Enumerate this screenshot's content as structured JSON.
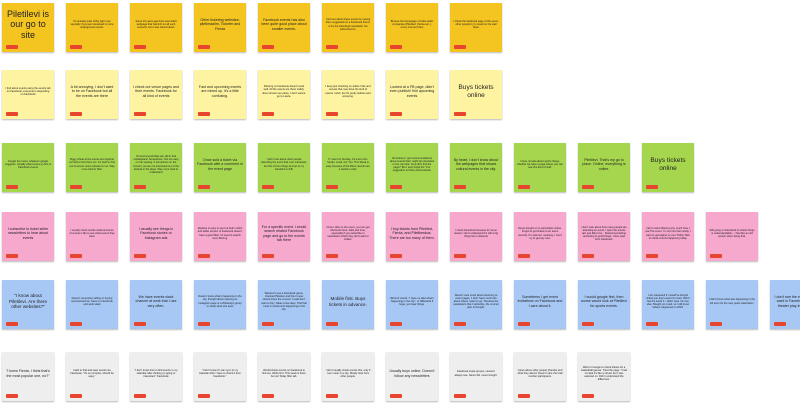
{
  "board": {
    "tag_color": "#e8452e",
    "rows": [
      {
        "color": "#f4c521",
        "notes": [
          {
            "text": "Piletilevi is our go to site",
            "size": "xl"
          },
          {
            "text": "It's actually quite shitty right now, specially if you are interested in more underground events.",
            "size": "xs"
          },
          {
            "text": "Some 10 years ago there was tickitt webpage that had info on all such concerts, but it was closed down.",
            "size": "xs"
          },
          {
            "text": "Other ticketing websites: piletimaailm, Ticketer and Fienta",
            "size": "s"
          },
          {
            "text": "Facebook events has also been quite good place about smaller events.",
            "size": "s"
          },
          {
            "text": "I find out about these events by seeing them suggested on a Facebook friend, or by the Facebook newsletter I've subscribed to.",
            "size": "xs"
          },
          {
            "text": "Browse the homepage of ticket seller companies (Piletilevi, Fienta etc..), every now and then",
            "size": "xs"
          },
          {
            "text": "I check the facebook page of the event, other people try to resell on the wall there",
            "size": "xs"
          }
        ]
      },
      {
        "color": "#fdf3a1",
        "notes": [
          {
            "text": "I find about events using the events tab on Facebook, everyone is depending on Facebook",
            "size": "xs"
          },
          {
            "text": "A bit annoying, I don't want to be on Facebook but all the events are there",
            "size": "s"
          },
          {
            "text": "I check out venue pages and their events. Facebook for all kind of events",
            "size": "s"
          },
          {
            "text": "Fast and upcoming events are mixed up, it's a little confusing.",
            "size": "s"
          },
          {
            "text": "Filtering on Facebook doesn't work well. All the events are there visibly. Even shows me Latvia, I don't wanna go to Latvia.",
            "size": "xs"
          },
          {
            "text": "I keep just checking on artists I like and venues that may have the kind of events I wish, but it's pretty tedious and annoying.",
            "size": "xs"
          },
          {
            "text": "Looked at a FB page, didn't even publish! find upcoming events",
            "size": "s"
          },
          {
            "text": "Buys tickets online",
            "size": "l"
          }
        ]
      },
      {
        "color": "#a6d64e",
        "notes": [
          {
            "text": "Google the event, whatever google suggests. Usually what comes up first is Facebook events",
            "size": "xs"
          },
          {
            "text": "Piggy wheel at the events are together so hard to find them too. It's hard to find out of events more relevant to me. Way more hard to filter.",
            "size": "xs"
          },
          {
            "text": "I'd recommend kilias are still in that marketplace! Somewhere. Not too easy on the viewing. If sometimes on the concert, we are not interested out of the festival or the plays. Way more hard to understand",
            "size": "xs"
          },
          {
            "text": "Once sold a ticket via Facebook with a comment in the event page",
            "size": "s"
          },
          {
            "text": "I don't now about other people attending the event that I am interested, but this is from things and up to my standard on FB.",
            "size": "xs"
          },
          {
            "text": "If I went on Sunday, It's a lot more harder. Local. For You. This Week is easy because of the filters. Events are a random order.",
            "size": "xs"
          },
          {
            "text": "Sometimes I get recommendations about events that I might be interested in but I am like: 'How did I find the page?' But I ever forget the 'You' suggestion in Party and Festivals.",
            "size": "xs"
          },
          {
            "text": "By heart, I don't know about the webpages that shows cultural events in the city.",
            "size": "s"
          },
          {
            "text": "I have no idea about sports things, whether we have a page where you can see this kind of stuff.",
            "size": "xs"
          },
          {
            "text": "Piletilevi. That's my go to place. Online, everything is online.",
            "size": "s"
          },
          {
            "text": "Buys tickets online",
            "size": "l"
          }
        ]
      },
      {
        "color": "#f7a8cd",
        "notes": [
          {
            "text": "I subscribe to ticket seller newsletters to hear about events",
            "size": "s"
          },
          {
            "text": "I usually check social media accounts of venues I like to see what events they have",
            "size": "xs"
          },
          {
            "text": "I usually see things in Facebook stories or Instagram ads",
            "size": "s"
          },
          {
            "text": "Desktop is easy to see but both mobile and tablet version of Facebook doesn't have a good filter, I'd need to search more filtering.",
            "size": "xs"
          },
          {
            "text": "For a specific event, I would search related Facebook page and go to the events tab there",
            "size": "s"
          },
          {
            "text": "Once I click on the event, you can get discounts here. Date and time, especially if you subscribe to newsletters which they don't want to collect.",
            "size": "xs"
          },
          {
            "text": "I buy tickets from Piletilevi, Fienta, and Piletikeskus. There are too many of them.",
            "size": "s"
          },
          {
            "text": "I check Facebook because for some reason I don't understand it's still a big thing here in Estonia",
            "size": "xs"
          },
          {
            "text": "Never bought or re-sold tickets online. Forgot to get tickets to an event recently. If it sold out, meaning, I won't try to get any now.",
            "size": "xs"
          },
          {
            "text": "I don't care about how many people are attending an event. I open the events tab, just filter it by... Started something according to good things. I lose read from Facebook.",
            "size": "xs"
          },
          {
            "text": "I don't notice filtering very much here. I use The event. I'm not into that mostly, I want to get tagline to your 'Today' filter to check events happening today.",
            "size": "xs"
          },
          {
            "text": "Still going on Facebook to check things is understandable... I feel like an old person when doing that.",
            "size": "xs"
          }
        ]
      },
      {
        "color": "#a7c8f5",
        "notes": [
          {
            "text": "\"I know about Piletilevi. Are there other websites?\"",
            "size": "m"
          },
          {
            "text": "Doesn't remember selling or buying second-hand tix. Sees on Facebook and work slack",
            "size": "xs"
          },
          {
            "text": "We have events slack channel at work that I use very often.",
            "size": "s"
          },
          {
            "text": "Doesn't know what's happening in the city, thought about opening an Instagram page or a WhatsApp group to share what she sees",
            "size": "xs"
          },
          {
            "text": "Wanted to see a Facebook game, checked Piletilevi and then it was closed since the concert. It said don't want to buy. Takes a few days. Told that I was in excitement happening to the city.",
            "size": "xs"
          },
          {
            "text": "Mobile first. Buys tickets in advance.",
            "size": "m"
          },
          {
            "text": "Word of mouth, \"I have no idea what's happening in the city\", or billboards if huge, you hear things.",
            "size": "xs"
          },
          {
            "text": "Doesn't care much about returning to event pages, 'I don't have much info about where I want to go'. Reviews the newsletters that I subscribe, the concert plan is thought.",
            "size": "xs"
          },
          {
            "text": "Sometimes I get event invitations on Facebook and I care about it.",
            "size": "s"
          },
          {
            "text": "I would google first, then worse would look at Piletilevi for sports events.",
            "size": "s"
          },
          {
            "text": "I am interested if I would've bought tickets per day's event for town. Didn't feel it's worth it. I didn't care. No one else. Bought no mood, so I still know today's happened on 2020.",
            "size": "xs"
          },
          {
            "text": "I didn't know what was happening in the old town for the new years celebration.",
            "size": "xs"
          },
          {
            "text": "I don't see the events that I want in Facebook, like a theater play in English.",
            "size": "s"
          }
        ]
      },
      {
        "color": "#eeeeee",
        "notes": [
          {
            "text": "\"I knew Fienta, I think that's the most popular one, no?\"",
            "size": "s"
          },
          {
            "text": "Hard to find and save events via Facebook. \"It's so complex, should be easy.\"",
            "size": "xs"
          },
          {
            "text": "\"I don't know how to find events in my calendar after clicking on going or interested.\" Facebook",
            "size": "xs"
          },
          {
            "text": "\"I don't know if I can sync to my calendar after I have to check it from Facebook.\"",
            "size": "xs"
          },
          {
            "text": "Would check events on Facebook to find out. Webs first. This week is there but not Today filter tab.",
            "size": "xs"
          },
          {
            "text": "I don't usually check events this, only if I am mean in a city. Mostly hear from other people.",
            "size": "xs"
          },
          {
            "text": "Usually buys online. Doesn't follow any newsletters",
            "size": "s"
          },
          {
            "text": "Facebook expat groups, newest I always see. Never did, never bought.",
            "size": "xs"
          },
          {
            "text": "Cares about other people (friends) and what they attend. Doesn't care the total number participants.",
            "size": "xs"
          },
          {
            "text": "Went to Google to check tickets for a basketball games. Tried the page. 'I had no idea it's like a virtual, but I was selected on. Didn't understand the difference.'",
            "size": "xs"
          }
        ]
      }
    ]
  }
}
